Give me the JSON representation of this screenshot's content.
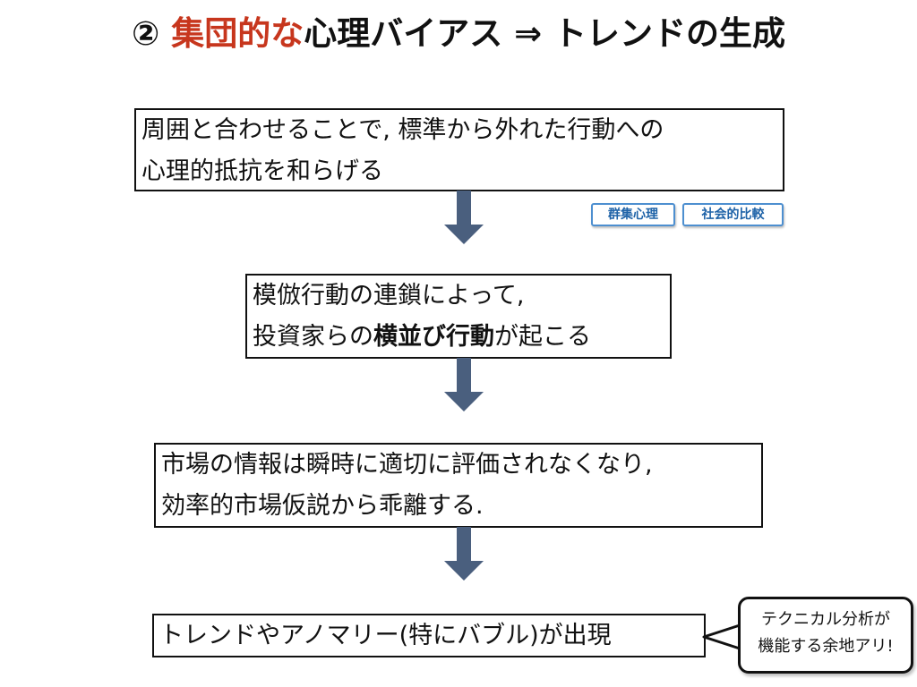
{
  "title": {
    "circle_num": "②",
    "accent": "集団的な",
    "rest": "心理バイアス ⇒ トレンドの生成",
    "accent_color": "#c7361d"
  },
  "steps": [
    {
      "line1": "周囲と合わせることで, 標準から外れた行動への",
      "line2": "心理的抵抗を和らげる"
    },
    {
      "line1": "模倣行動の連鎖によって,",
      "line2_pre": "投資家らの",
      "line2_bold": "横並び行動",
      "line2_post": "が起こる"
    },
    {
      "line1": "市場の情報は瞬時に適切に評価されなくなり,",
      "line2": "効率的市場仮説から乖離する."
    },
    {
      "line1": "トレンドやアノマリー(特にバブル)が出現"
    }
  ],
  "tags": [
    "群集心理",
    "社会的比較"
  ],
  "callout": {
    "line1": "テクニカル分析が",
    "line2": "機能する余地アリ!"
  },
  "colors": {
    "arrow": "#4a5f7e",
    "tag_border": "#4d8fd0",
    "tag_text": "#1f63a8"
  }
}
